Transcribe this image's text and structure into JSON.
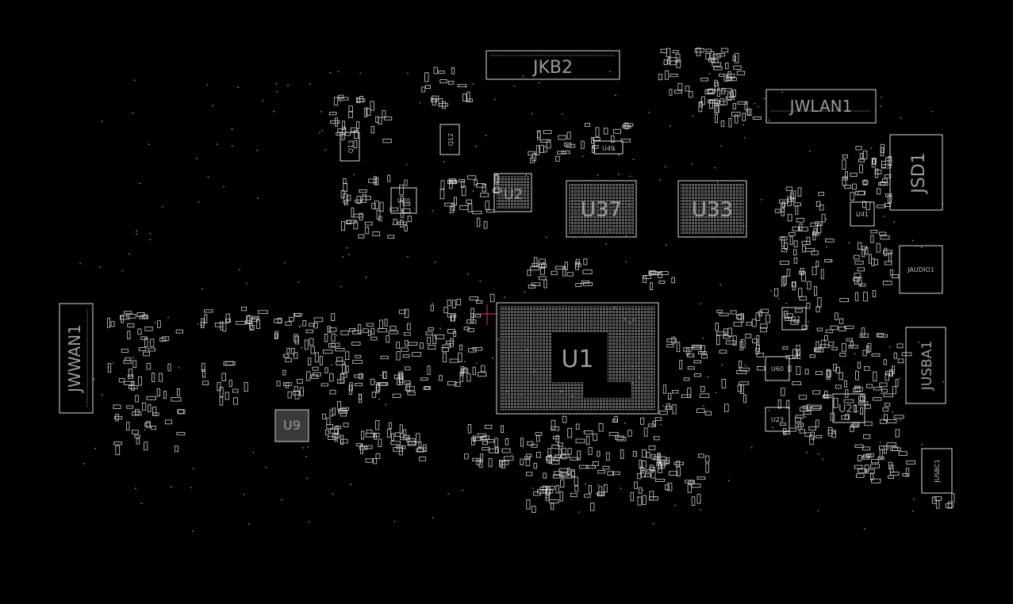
{
  "colors": {
    "background": "#000000",
    "outline": "#d9d9d9",
    "via": "#3aa7c4",
    "label": "#9a9a9a"
  },
  "labels": {
    "jkb2": "JKB2",
    "jwlan1": "JWLAN1",
    "jsd1": "JSD1",
    "jaudio1": "JAUDIO1",
    "jusba1": "JUSBA1",
    "jusbc1": "JUSBC1",
    "jwwan1": "JWWAN1",
    "u1": "U1",
    "u2": "U2",
    "u9": "U9",
    "u20": "U20",
    "u21": "U21",
    "u22": "U22",
    "u23": "U23",
    "u33": "U33",
    "u37": "U37",
    "u41": "U41",
    "u49": "U49",
    "u60": "U60",
    "q12": "Q12",
    "q13": "Q13"
  }
}
